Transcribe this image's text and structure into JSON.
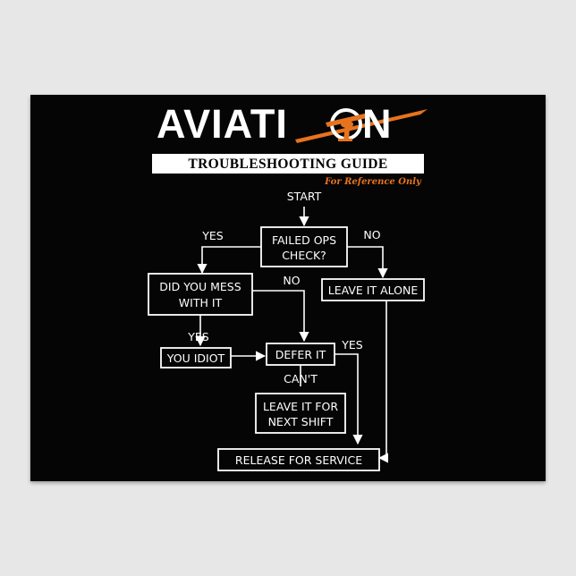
{
  "title": {
    "part1": "AVIATI",
    "part2": "N"
  },
  "subtitle": "TROUBLESHOOTING GUIDE",
  "tagline": "For Reference Only",
  "colors": {
    "background": "#050505",
    "accent": "#e8731e",
    "lines": "#ffffff",
    "frame": "#e7e7e7"
  },
  "flowchart": {
    "start": "START",
    "failed_ops_check": [
      "FAILED OPS",
      "CHECK?"
    ],
    "yes_left": "YES",
    "no_right": "NO",
    "did_you_mess": [
      "DID YOU MESS",
      "WITH IT"
    ],
    "no_middle": "NO",
    "leave_it_alone": "LEAVE IT ALONE",
    "yes_below": "YES",
    "you_idiot": "YOU IDIOT",
    "defer_it": "DEFER IT",
    "yes_defer": "YES",
    "cant": "CAN'T",
    "leave_next_shift": [
      "LEAVE IT FOR",
      "NEXT SHIFT"
    ],
    "release": "RELEASE FOR SERVICE"
  },
  "icons": {
    "plane": "propeller-airplane-icon",
    "swoosh": "orange-swoosh-icon"
  }
}
